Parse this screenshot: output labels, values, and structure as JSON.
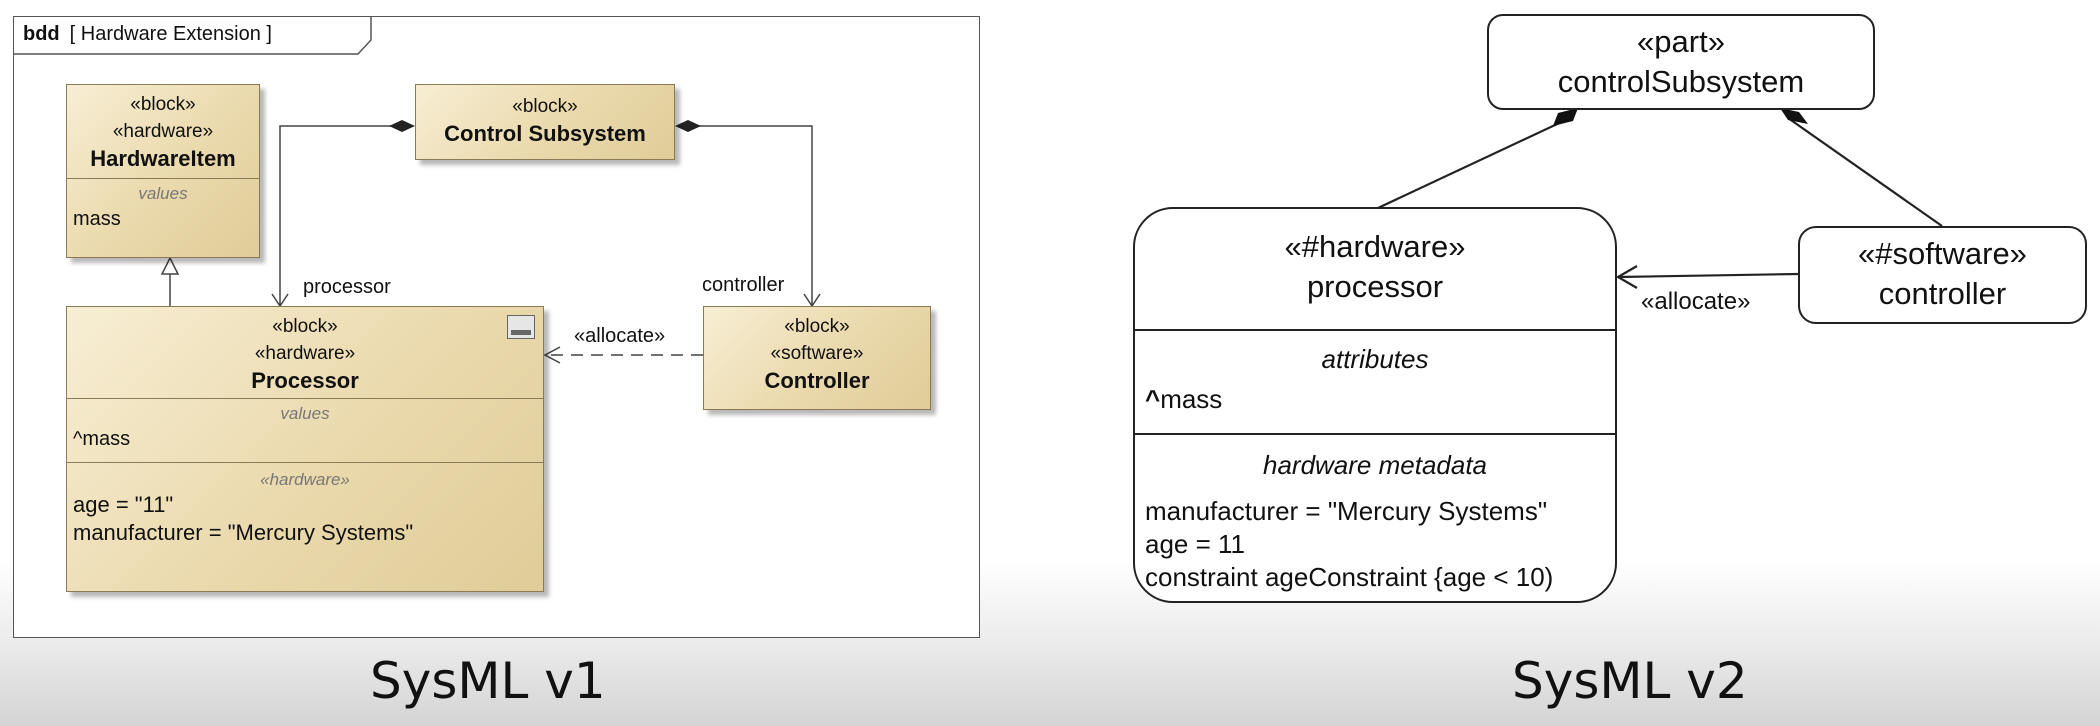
{
  "v1": {
    "frame": {
      "kind": "bdd",
      "name": "[ Hardware Extension ]"
    },
    "hardware_item": {
      "stereotypes": [
        "«block»",
        "«hardware»"
      ],
      "name": "HardwareItem",
      "section_title": "values",
      "attributes": [
        "mass"
      ]
    },
    "control_subsystem": {
      "stereotype": "«block»",
      "name": "Control Subsystem"
    },
    "processor": {
      "stereotypes": [
        "«block»",
        "«hardware»"
      ],
      "name": "Processor",
      "values_title": "values",
      "values": [
        "^mass"
      ],
      "hardware_title": "«hardware»",
      "hardware_attrs": [
        "age = \"11\"",
        "manufacturer = \"Mercury Systems\""
      ]
    },
    "controller": {
      "stereotypes": [
        "«block»",
        "«software»"
      ],
      "name": "Controller"
    },
    "role_processor": "processor",
    "role_controller": "controller",
    "allocate_label": "«allocate»",
    "caption": "SysML v1"
  },
  "v2": {
    "control_subsystem": {
      "keyword": "«part»",
      "name": "controlSubsystem"
    },
    "processor": {
      "keyword": "«#hardware»",
      "name": "processor",
      "attributes_title": "attributes",
      "attributes": [
        "mass"
      ],
      "attr_prefix": "^",
      "metadata_title": "hardware metadata",
      "metadata": [
        "manufacturer = \"Mercury Systems\"",
        "age = 11",
        "constraint ageConstraint {age < 10)"
      ]
    },
    "controller": {
      "keyword": "«#software»",
      "name": "controller"
    },
    "allocate_label": "«allocate»",
    "caption": "SysML v2"
  }
}
